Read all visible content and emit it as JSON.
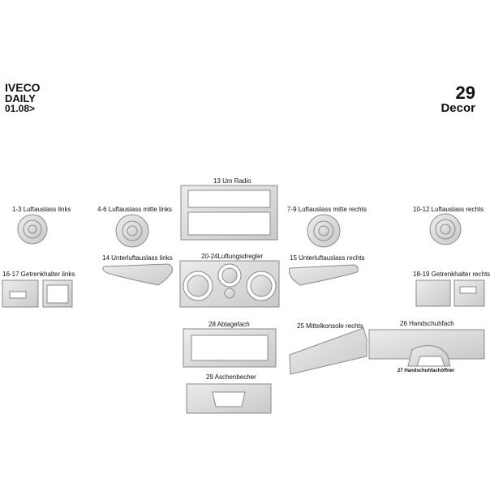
{
  "header": {
    "brand": "IVECO",
    "model": "DAILY",
    "year": "01.08>",
    "set_number": "29",
    "set_type": "Decor"
  },
  "parts": [
    {
      "id": "p13",
      "label": "13 Um Radio"
    },
    {
      "id": "p1",
      "label": "1-3 Luftauslass links"
    },
    {
      "id": "p4",
      "label": "4-6 Luftauslass mitte links"
    },
    {
      "id": "p7",
      "label": "7-9 Luftauslass mitte rechts"
    },
    {
      "id": "p10",
      "label": "10-12 Luftauslass rechts"
    },
    {
      "id": "p14",
      "label": "14 Unterluftauslass links"
    },
    {
      "id": "p20",
      "label": "20-24Luftungsdregler"
    },
    {
      "id": "p15",
      "label": "15 Unterluftauslass rechts"
    },
    {
      "id": "p16",
      "label": "16-17 Getrenkhalter links"
    },
    {
      "id": "p18",
      "label": "18-19 Getrenkhalter rechts"
    },
    {
      "id": "p28",
      "label": "28 Ablagefach"
    },
    {
      "id": "p25",
      "label": "25 Mittelkonsole rechts"
    },
    {
      "id": "p26",
      "label": "26 Handschuhfach"
    },
    {
      "id": "p27",
      "label": "27 Handschuhfachöffner"
    },
    {
      "id": "p29",
      "label": "29 Aschenbecher"
    }
  ],
  "colors": {
    "part_fill": "#dcdcdc",
    "part_stroke": "#8a8a8a",
    "background": "#ffffff"
  }
}
